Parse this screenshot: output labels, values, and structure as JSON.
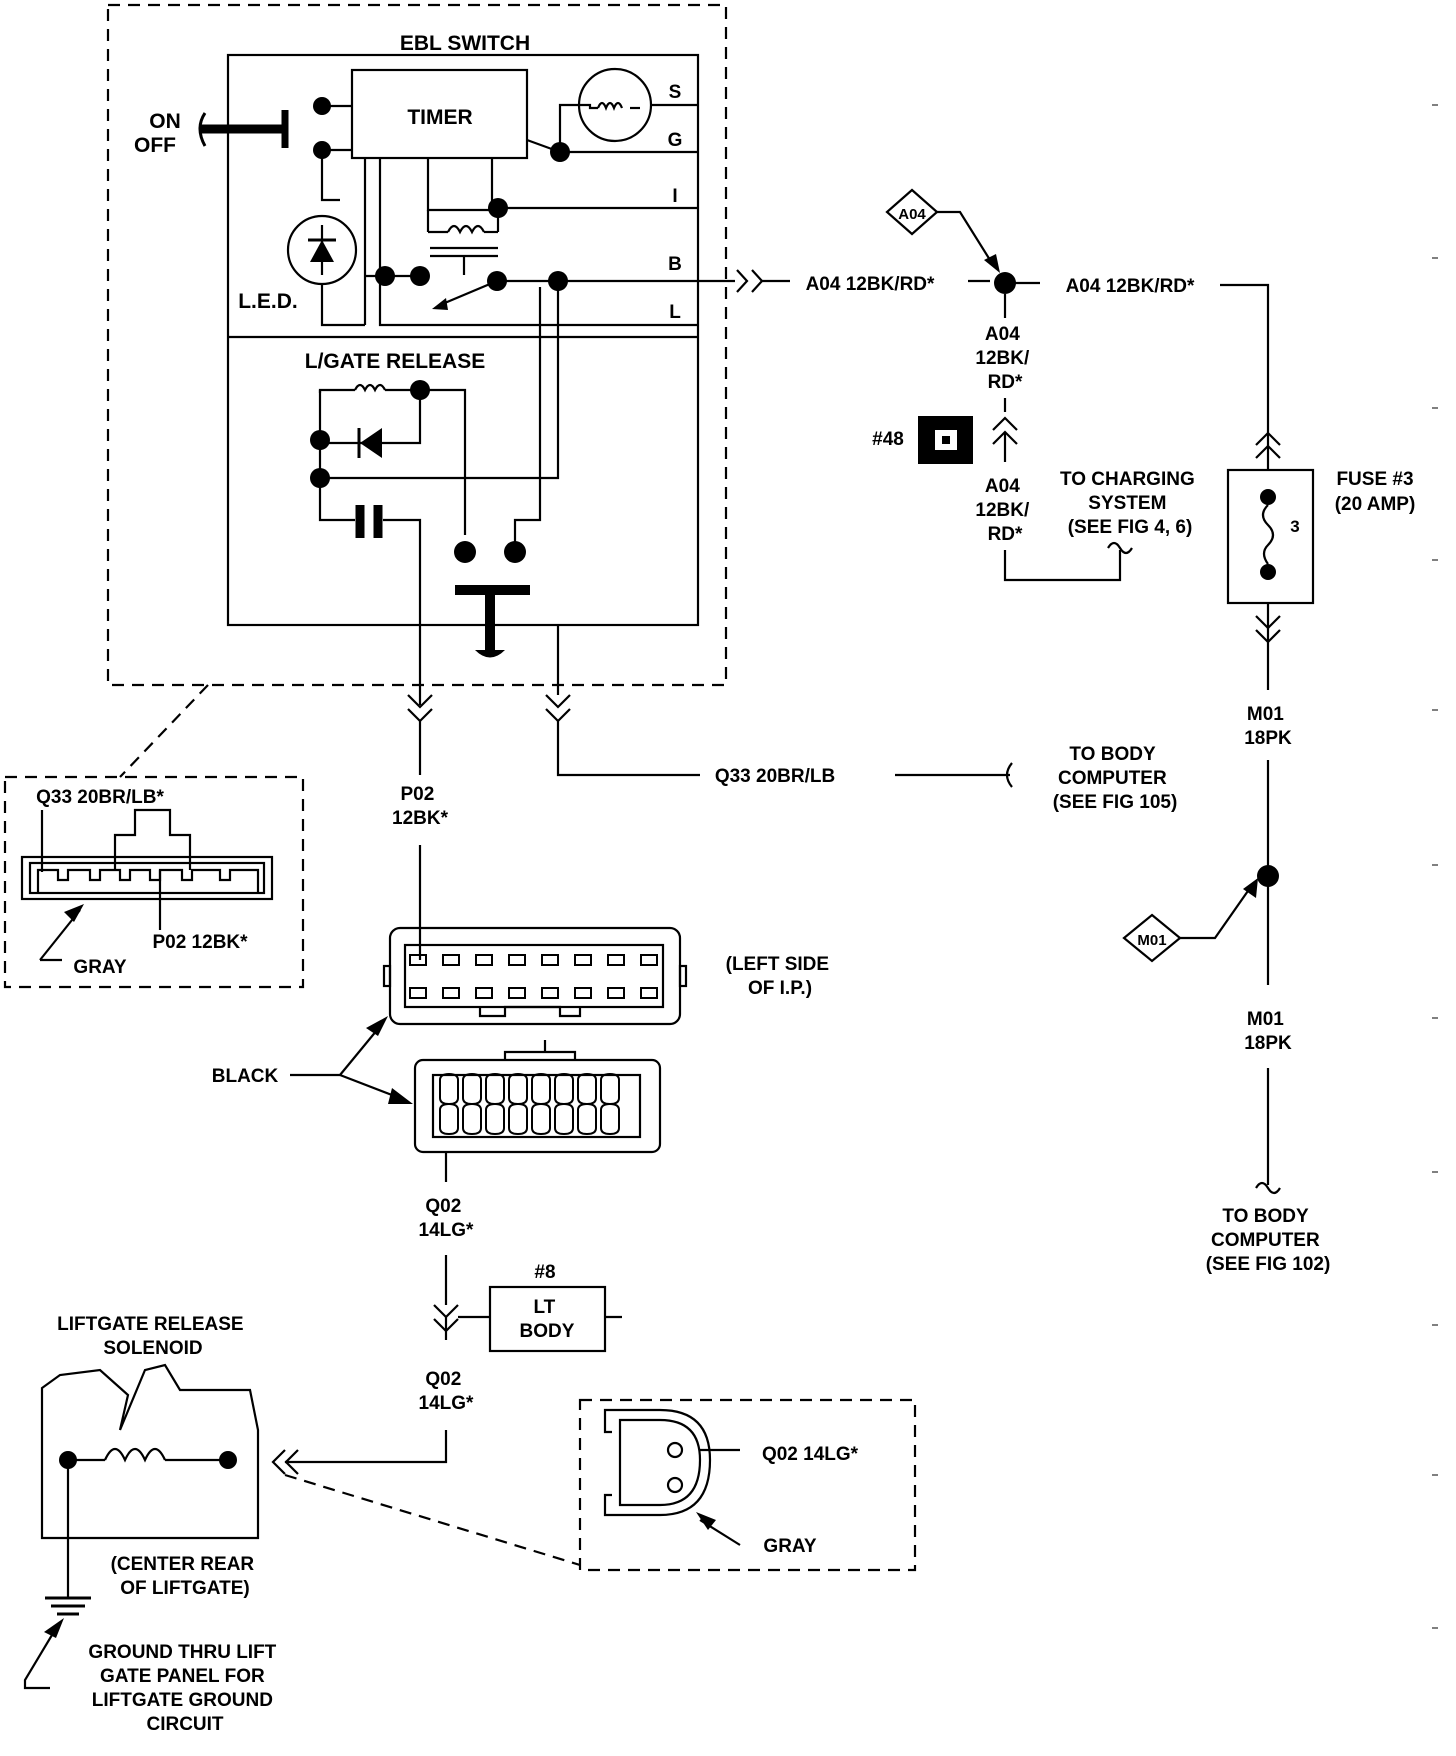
{
  "ebl_switch": {
    "title": "EBL SWITCH",
    "timer": "TIMER",
    "on": "ON",
    "off": "OFF",
    "led": "L.E.D.",
    "terminals": [
      "S",
      "G",
      "I",
      "B",
      "L"
    ],
    "liftgate_release": "L/GATE RELEASE"
  },
  "wires": {
    "a04_out": "A04 12BK/RD*",
    "a04_right": "A04 12BK/RD*",
    "a04_down": [
      "A04",
      "12BK/",
      "RD*"
    ],
    "a04_lower": [
      "A04",
      "12BK/",
      "RD*"
    ],
    "p02": [
      "P02",
      "12BK*"
    ],
    "q33": "Q33 20BR/LB",
    "q02_upper": [
      "Q02",
      "14LG*"
    ],
    "q02_lower": [
      "Q02",
      "14LG*"
    ],
    "m01_upper": [
      "M01",
      "18PK"
    ],
    "m01_lower": [
      "M01",
      "18PK"
    ]
  },
  "splices": {
    "a04": "A04",
    "m01": "M01"
  },
  "connector_48": "#48",
  "charging": [
    "TO CHARGING",
    "SYSTEM",
    "(SEE FIG 4, 6)"
  ],
  "fuse": {
    "title": "FUSE #3",
    "rating": "(20 AMP)",
    "number": "3"
  },
  "body_computer_105": [
    "TO BODY",
    "COMPUTER",
    "(SEE FIG 105)"
  ],
  "body_computer_102": [
    "TO BODY",
    "COMPUTER",
    "(SEE FIG 102)"
  ],
  "switch_connector": {
    "q33": "Q33 20BR/LB*",
    "p02": "P02 12BK*",
    "color": "GRAY"
  },
  "ip_connector": {
    "location": [
      "(LEFT SIDE",
      "OF I.P.)"
    ],
    "color": "BLACK"
  },
  "ground_8": {
    "number": "#8",
    "label": [
      "LT",
      "BODY"
    ]
  },
  "solenoid": {
    "title": [
      "LIFTGATE RELEASE",
      "SOLENOID"
    ],
    "location": [
      "(CENTER REAR",
      "OF LIFTGATE)"
    ]
  },
  "solenoid_connector": {
    "wire": "Q02 14LG*",
    "color": "GRAY"
  },
  "ground_note": [
    "GROUND THRU LIFT",
    "GATE PANEL FOR",
    "LIFTGATE GROUND",
    "CIRCUIT"
  ]
}
